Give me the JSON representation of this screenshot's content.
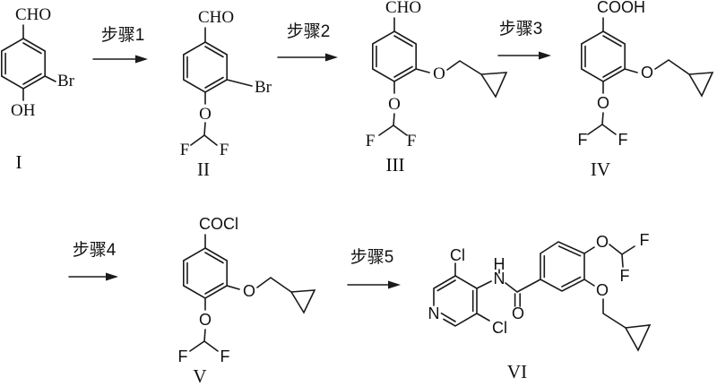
{
  "figure": {
    "type": "chemical-reaction-scheme",
    "background": "#ffffff",
    "line_color": "#1a1a1a",
    "steps": {
      "s1": "步骤1",
      "s2": "步骤2",
      "s3": "步骤3",
      "s4": "步骤4",
      "s5": "步骤5"
    },
    "compounds": {
      "c1": {
        "numeral": "I",
        "atoms": {
          "cho": "CHO",
          "br": "Br",
          "oh": "OH"
        }
      },
      "c2": {
        "numeral": "II",
        "atoms": {
          "cho": "CHO",
          "br": "Br",
          "o": "O",
          "f1": "F",
          "f2": "F"
        }
      },
      "c3": {
        "numeral": "III",
        "atoms": {
          "cho": "CHO",
          "o_ether": "O",
          "o": "O",
          "f1": "F",
          "f2": "F"
        }
      },
      "c4": {
        "numeral": "IV",
        "atoms": {
          "cooh": "COOH",
          "o_ether": "O",
          "o": "O",
          "f1": "F",
          "f2": "F"
        }
      },
      "c5": {
        "numeral": "V",
        "atoms": {
          "cocl": "COCl",
          "o_ether": "O",
          "o": "O",
          "f1": "F",
          "f2": "F"
        }
      },
      "c6": {
        "numeral": "VI",
        "atoms": {
          "cl_top": "Cl",
          "h": "H",
          "n_amide": "N",
          "n_ring": "N",
          "cl_bottom": "Cl",
          "o_carbonyl": "O",
          "o_chf2": "O",
          "f_top": "F",
          "f_bottom": "F",
          "o_ether": "O"
        }
      }
    }
  }
}
